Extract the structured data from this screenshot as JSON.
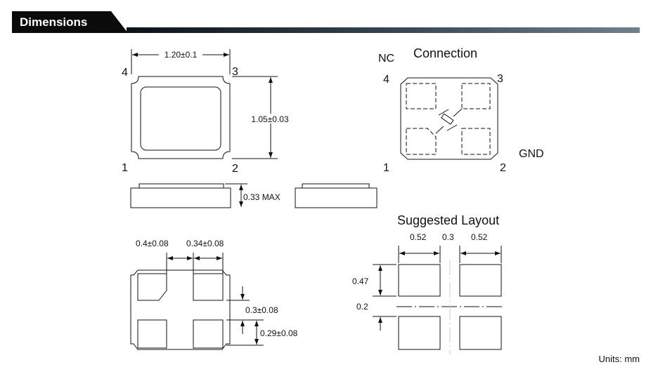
{
  "header": {
    "title": "Dimensions"
  },
  "top_view": {
    "width_label": "1.20±0.1",
    "height_label": "1.05±0.03",
    "pins": [
      "1",
      "2",
      "3",
      "4"
    ]
  },
  "side_view": {
    "height_label": "0.33 MAX"
  },
  "connection": {
    "title": "Connection",
    "nc_label": "NC",
    "gnd_label": "GND",
    "pins": [
      "1",
      "2",
      "3",
      "4"
    ]
  },
  "bottom_view": {
    "pad_width_label": "0.4±0.08",
    "pad_gap_label": "0.34±0.08",
    "vertical_gap_label": "0.3±0.08",
    "pad_height_label": "0.29±0.08"
  },
  "suggested_layout": {
    "title": "Suggested Layout",
    "pad_width_left": "0.52",
    "gap_horizontal": "0.3",
    "pad_width_right": "0.52",
    "pad_height": "0.47",
    "gap_vertical": "0.2"
  },
  "footer": {
    "units": "Units: mm"
  }
}
